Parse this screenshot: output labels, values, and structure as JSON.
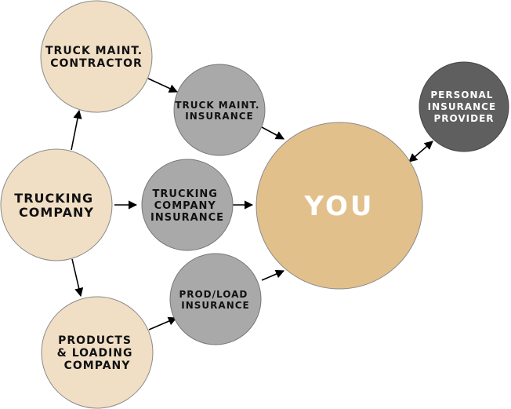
{
  "nodes": {
    "truck_maint_contractor": {
      "lines": [
        "TRUCK MAINT.",
        "CONTRACTOR"
      ]
    },
    "truck_maint_insurance": {
      "lines": [
        "TRUCK MAINT.",
        "INSURANCE"
      ]
    },
    "trucking_company": {
      "lines": [
        "TRUCKING",
        "COMPANY"
      ]
    },
    "trucking_company_insurance": {
      "lines": [
        "TRUCKING",
        "COMPANY",
        "INSURANCE"
      ]
    },
    "products_loading_company": {
      "lines": [
        "PRODUCTS",
        "& LOADING",
        "COMPANY"
      ]
    },
    "prod_load_insurance": {
      "lines": [
        "PROD/LOAD",
        "INSURANCE"
      ]
    },
    "you": {
      "lines": [
        "YOU"
      ]
    },
    "personal_insurance_provider": {
      "lines": [
        "PERSONAL",
        "INSURANCE",
        "PROVIDER"
      ]
    }
  },
  "colors": {
    "party": "#f0dfc5",
    "insurer": "#a9a9a9",
    "you": "#e2c08c",
    "personal": "#5f5f5f",
    "outline": "#8a8a8a"
  }
}
